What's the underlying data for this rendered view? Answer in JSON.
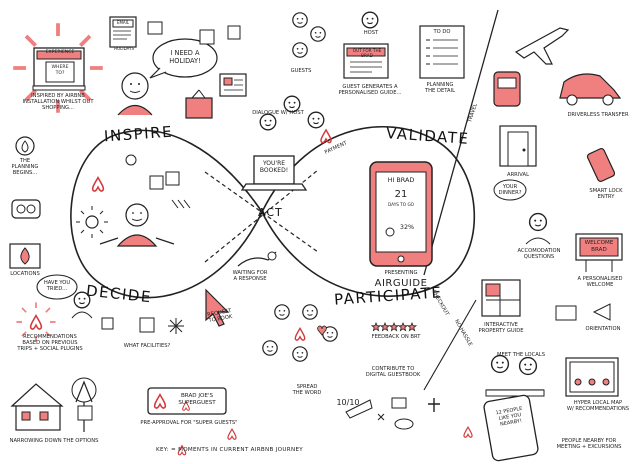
{
  "title_words": {
    "inspire": "INSPIRE",
    "validate": "VALIDATE",
    "act": "ACT",
    "decide": "DECIDE",
    "participate": "PARTICIPATE"
  },
  "labels": {
    "ad_inspired": "INSPIRED BY AIRBNB\nINSTALLATION WHILST OUT\nSHOPPING...",
    "holiday_bubble": "I NEED A\nHOLIDAY!",
    "planning_begins": "THE\nPLANNING\nBEGINS...",
    "locations": "LOCATIONS",
    "have_you_tried": "HAVE YOU\nTRIED...",
    "recommendations": "RECOMMENDATIONS\nBASED ON PREVIOUS\nTRIPS + SOCIAL PLUGINS",
    "what_facilities": "WHAT FACILITIES?",
    "narrowing": "NARROWING DOWN THE OPTIONS",
    "dialogue_host": "DIALOGUE W/ HOST",
    "youre_booked": "YOU'RE\nBOOKED!",
    "waiting": "WAITING FOR\nA RESPONSE",
    "request_book": "REQUEST\nTO BOOK",
    "payment": "PAYMENT",
    "guests": "GUESTS",
    "host": "HOST",
    "out_for_brad": "OUT FOR THE\nBRAD",
    "guest_generates": "GUEST GENERATES A\nPERSONALISED GUIDE...",
    "planning_detail": "PLANNING\nTHE DETAIL",
    "to_do": "TO DO",
    "travel": "TRAVEL",
    "driverless": "DRIVERLESS TRANSFER",
    "arrival": "ARRIVAL",
    "your_dinner": "YOUR\nDINNER?",
    "smart_lock": "SMART LOCK\nENTRY",
    "accommodation_q": "ACCOMODATION\nQUESTIONS",
    "welcome_brad": "WELCOME\nBRAD",
    "personalised_welcome": "A PERSONALISED\nWELCOME",
    "orientation": "ORIENTATION",
    "interactive_guide": "INTERACTIVE\nPROPERTY GUIDE",
    "meet_locals": "MEET THE LOCALS",
    "hyper_local": "HYPER LOCAL MAP\nW/ RECOMMENDATIONS",
    "people_nearby": "PEOPLE NEARBY FOR\nMEETING + EXCURSIONS",
    "people_like_you": "12 PEOPLE\nLIKE YOU\nNEARBY!",
    "checkout": "CHECKOUT",
    "checkout_note": "NO HASSLE",
    "feedback": "FEEDBACK ON BRT",
    "contribute": "CONTRIBUTE TO\nDIGITAL GUESTBOOK",
    "spread_word": "SPREAD\nTHE WORD",
    "presenting": "PRESENTING",
    "airguide": "AIRGUIDE",
    "brad_super": "BRAD JOE'S\nSUPERGUEST",
    "pre_approval": "PRE-APPROVAL FOR \"SUPER GUESTS\"",
    "phone_greeting": "HI BRAD",
    "phone_temp": "21",
    "phone_date": "DAYS TO GO",
    "phone_weather": "32%",
    "score": "10/10",
    "email": "EMAIL",
    "holidays": "HOLIDAYS",
    "where_to": "WHERE TO?",
    "experience": "EXPERIENCE",
    "footer": "KEY:   = MOMENTS IN CURRENT AIRBNB JOURNEY"
  },
  "colors": {
    "ink": "#222222",
    "accent": "#d33b3b",
    "accent_fill": "#f08080",
    "halo": "#f4b8b8"
  }
}
